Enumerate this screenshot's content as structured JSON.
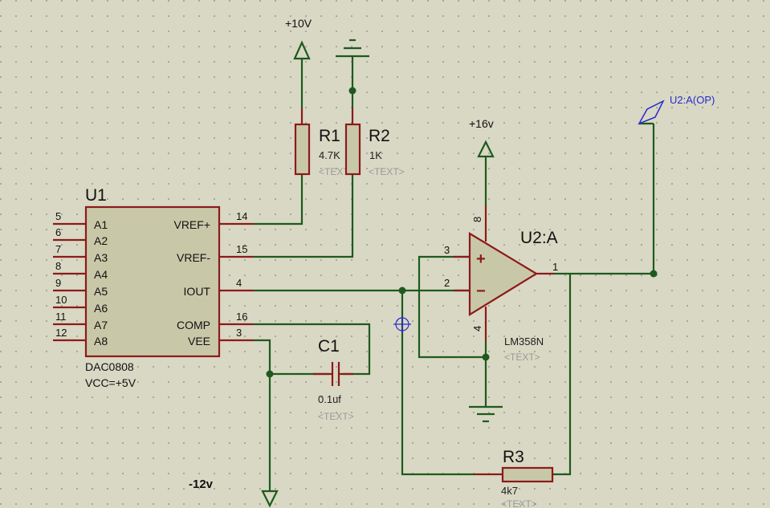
{
  "dac": {
    "ref": "U1",
    "part": "DAC0808",
    "vcc": "VCC=+5V",
    "inputs": [
      {
        "num": "5",
        "name": "A1"
      },
      {
        "num": "6",
        "name": "A2"
      },
      {
        "num": "7",
        "name": "A3"
      },
      {
        "num": "8",
        "name": "A4"
      },
      {
        "num": "9",
        "name": "A5"
      },
      {
        "num": "10",
        "name": "A6"
      },
      {
        "num": "11",
        "name": "A7"
      },
      {
        "num": "12",
        "name": "A8"
      }
    ],
    "outputs": [
      {
        "num": "14",
        "name": "VREF+"
      },
      {
        "num": "15",
        "name": "VREF-"
      },
      {
        "num": "4",
        "name": "IOUT"
      },
      {
        "num": "16",
        "name": "COMP"
      },
      {
        "num": "3",
        "name": "VEE"
      }
    ]
  },
  "r1": {
    "ref": "R1",
    "value": "4.7K",
    "text": "<TEXT>"
  },
  "r2": {
    "ref": "R2",
    "value": "1K",
    "text": "<TEXT>"
  },
  "r3": {
    "ref": "R3",
    "value": "4k7",
    "text": "<TEXT>"
  },
  "c1": {
    "ref": "C1",
    "value": "0.1uf",
    "text": "<TEXT>"
  },
  "opamp": {
    "ref": "U2:A",
    "part": "LM358N",
    "text": "<TEXT>",
    "pin_plus": "3",
    "pin_minus": "2",
    "pin_out": "1",
    "pin_vcc": "8",
    "pin_gnd": "4",
    "plus_sign": "+",
    "minus_sign": "−"
  },
  "power": {
    "vref": "+10V",
    "vcc": "+16v",
    "vee": "-12v"
  },
  "probe": {
    "label": "U2:A(OP)"
  },
  "colors": {
    "background": "#d8d8c4",
    "wire": "#1e5a1e",
    "component": "#8c1a1a",
    "probe": "#2a2ad0"
  }
}
